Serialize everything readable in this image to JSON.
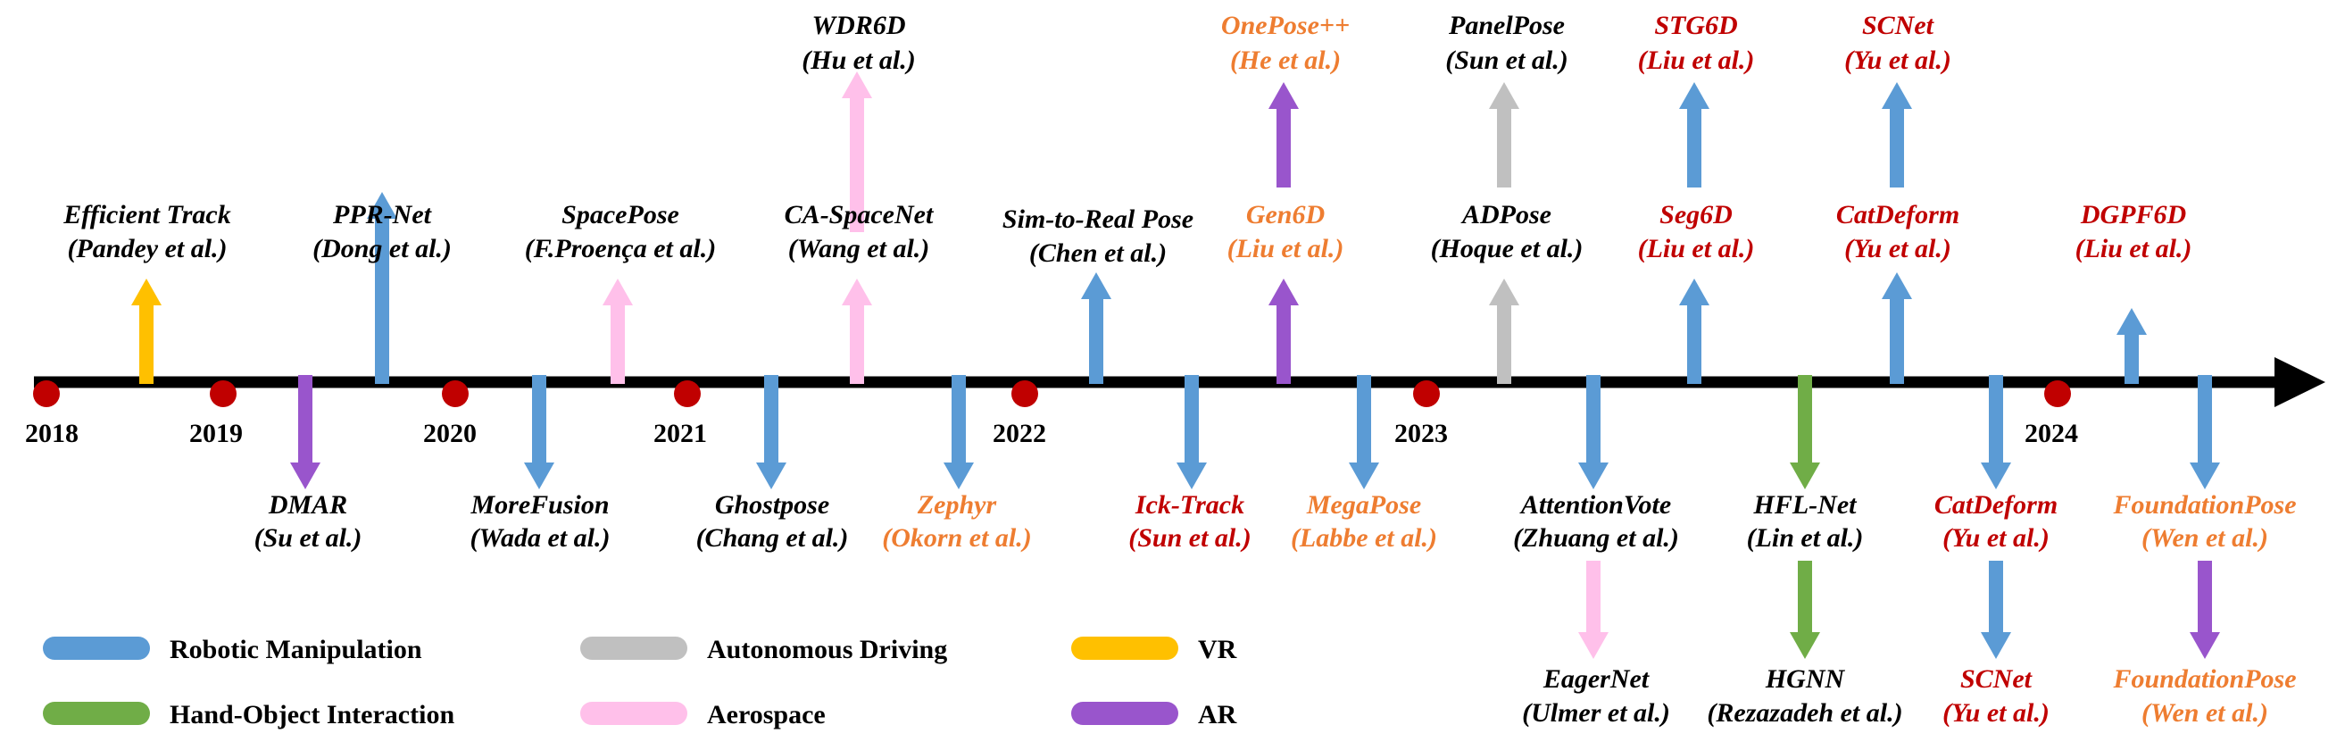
{
  "colors": {
    "robotic": "#5b9bd5",
    "driving": "#c0c0c0",
    "vr": "#ffc000",
    "hand": "#70ad47",
    "aero": "#ffc0ea",
    "ar": "#9955cc",
    "text_black": "#000000",
    "text_orange": "#ee7d31",
    "text_red": "#c00000",
    "axis": "#000000",
    "year_dot": "#c00000"
  },
  "years": [
    "2018",
    "2019",
    "2020",
    "2021",
    "2022",
    "2023",
    "2024"
  ],
  "methods": [
    {
      "line1": "Efficient Track",
      "line2": "(Pandey et al.)",
      "color": "text_black",
      "arrow": "vr"
    },
    {
      "line1": "PPR-Net",
      "line2": "(Dong et al.)",
      "color": "text_black",
      "arrow": "robotic"
    },
    {
      "line1": "SpacePose",
      "line2": "(F.Proença et al.)",
      "color": "text_black",
      "arrow": "aero"
    },
    {
      "line1": "CA-SpaceNet",
      "line2": "(Wang et al.)",
      "color": "text_black",
      "arrow": "aero"
    },
    {
      "line1": "WDR6D",
      "line2": "(Hu et al.)",
      "color": "text_black",
      "arrow": "aero"
    },
    {
      "line1": "Sim-to-Real Pose",
      "line2": "(Chen et al.)",
      "color": "text_black",
      "arrow": "robotic"
    },
    {
      "line1": "Gen6D",
      "line2": "(Liu et al.)",
      "color": "text_orange",
      "arrow": "ar"
    },
    {
      "line1": "OnePose++",
      "line2": "(He et al.)",
      "color": "text_orange",
      "arrow": "ar"
    },
    {
      "line1": "ADPose",
      "line2": "(Hoque et al.)",
      "color": "text_black",
      "arrow": "driving"
    },
    {
      "line1": "PanelPose",
      "line2": "(Sun et al.)",
      "color": "text_black",
      "arrow": "driving"
    },
    {
      "line1": "Seg6D",
      "line2": "(Liu et al.)",
      "color": "text_red",
      "arrow": "robotic"
    },
    {
      "line1": "STG6D",
      "line2": "(Liu et al.)",
      "color": "text_red",
      "arrow": "robotic"
    },
    {
      "line1": "CatDeform",
      "line2": "(Yu et al.)",
      "color": "text_red",
      "arrow": "robotic"
    },
    {
      "line1": "SCNet",
      "line2": "(Yu et al.)",
      "color": "text_red",
      "arrow": "robotic"
    },
    {
      "line1": "DGPF6D",
      "line2": "(Liu et al.)",
      "color": "text_red",
      "arrow": "robotic"
    },
    {
      "line1": "DMAR",
      "line2": "(Su et al.)",
      "color": "text_black",
      "arrow": "ar"
    },
    {
      "line1": "MoreFusion",
      "line2": "(Wada et al.)",
      "color": "text_black",
      "arrow": "robotic"
    },
    {
      "line1": "Ghostpose",
      "line2": "(Chang et al.)",
      "color": "text_black",
      "arrow": "robotic"
    },
    {
      "line1": "Zephyr",
      "line2": "(Okorn et al.)",
      "color": "text_orange",
      "arrow": "robotic"
    },
    {
      "line1": "Ick-Track",
      "line2": "(Sun et al.)",
      "color": "text_red",
      "arrow": "robotic"
    },
    {
      "line1": "MegaPose",
      "line2": "(Labbe et al.)",
      "color": "text_orange",
      "arrow": "robotic"
    },
    {
      "line1": "AttentionVote",
      "line2": "(Zhuang et al.)",
      "color": "text_black",
      "arrow": "robotic"
    },
    {
      "line1": "EagerNet",
      "line2": "(Ulmer et al.)",
      "color": "text_black",
      "arrow": "aero"
    },
    {
      "line1": "HFL-Net",
      "line2": "(Lin et al.)",
      "color": "text_black",
      "arrow": "hand"
    },
    {
      "line1": "HGNN",
      "line2": "(Rezazadeh et al.)",
      "color": "text_black",
      "arrow": "hand"
    },
    {
      "line1": "CatDeform",
      "line2": "(Yu et al.)",
      "color": "text_red",
      "arrow": "robotic"
    },
    {
      "line1": "SCNet",
      "line2": "(Yu et al.)",
      "color": "text_red",
      "arrow": "robotic"
    },
    {
      "line1": "FoundationPose",
      "line2": "(Wen et al.)",
      "color": "text_orange",
      "arrow": "robotic"
    },
    {
      "line1": "FoundationPose",
      "line2": "(Wen et al.)",
      "color": "text_orange",
      "arrow": "ar"
    }
  ],
  "legend": [
    {
      "label": "Robotic Manipulation",
      "color": "robotic"
    },
    {
      "label": "Autonomous Driving",
      "color": "driving"
    },
    {
      "label": "VR",
      "color": "vr"
    },
    {
      "label": "Hand-Object Interaction",
      "color": "hand"
    },
    {
      "label": "Aerospace",
      "color": "aero"
    },
    {
      "label": "AR",
      "color": "ar"
    }
  ]
}
